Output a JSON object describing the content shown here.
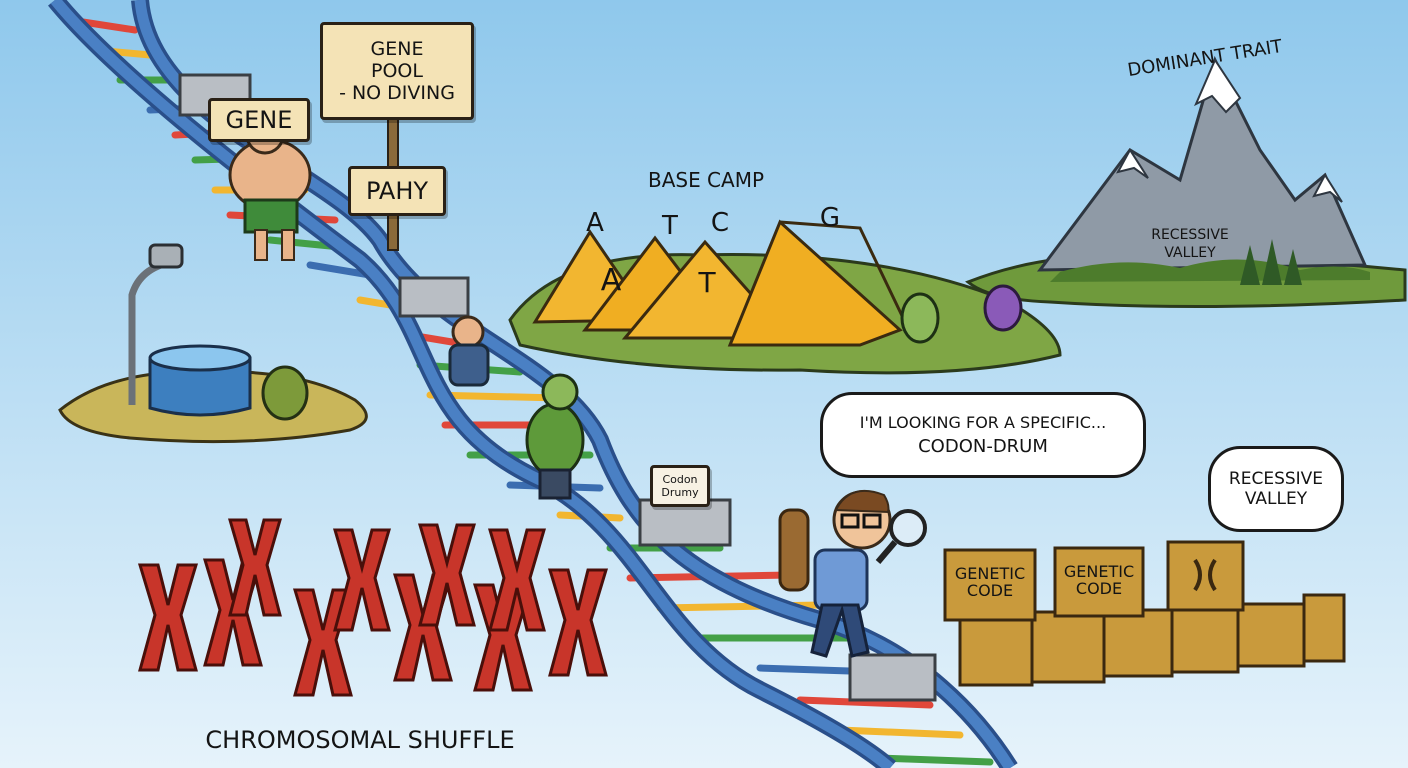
{
  "scene": {
    "signs": {
      "gene_pool_line1": "GENE",
      "gene_pool_line2": "POOL",
      "gene_pool_line3": "- NO DIVING",
      "gene": "GENE",
      "pahy": "PAHY",
      "codon_box_line1": "Codon",
      "codon_box_line2": "Drumy"
    },
    "base_camp": {
      "title": "BASE CAMP",
      "letters": [
        "A",
        "T",
        "C",
        "G"
      ],
      "tent_letters": [
        "A",
        "T"
      ]
    },
    "mountain": {
      "peak_label": "DOMINANT TRAIT",
      "valley_line1": "RECESSIVE",
      "valley_line2": "VALLEY"
    },
    "speech_explorer": {
      "line1": "I'M LOOKING FOR A SPECIFIC...",
      "line2": "CODON-DRUM"
    },
    "speech_boxes": {
      "line1": "RECESSIVE",
      "line2": "VALLEY"
    },
    "crates": {
      "crate1_line1": "GENETIC",
      "crate1_line2": "CODE",
      "crate2_line1": "GENETIC",
      "crate2_line2": "CODE"
    },
    "chromosome_caption": "CHROMOSOMAL SHUFFLE"
  },
  "colors": {
    "sky": "#bcdff3",
    "dna_strand": "#3b6db0",
    "tent": "#f2b630",
    "grass": "#7fa645",
    "chromosome": "#c8352a",
    "crate": "#c99a3c"
  },
  "icons": [
    "dna-helix-icon",
    "tent-icon",
    "mountain-icon",
    "chromosome-icon",
    "magnifier-icon",
    "well-icon"
  ]
}
